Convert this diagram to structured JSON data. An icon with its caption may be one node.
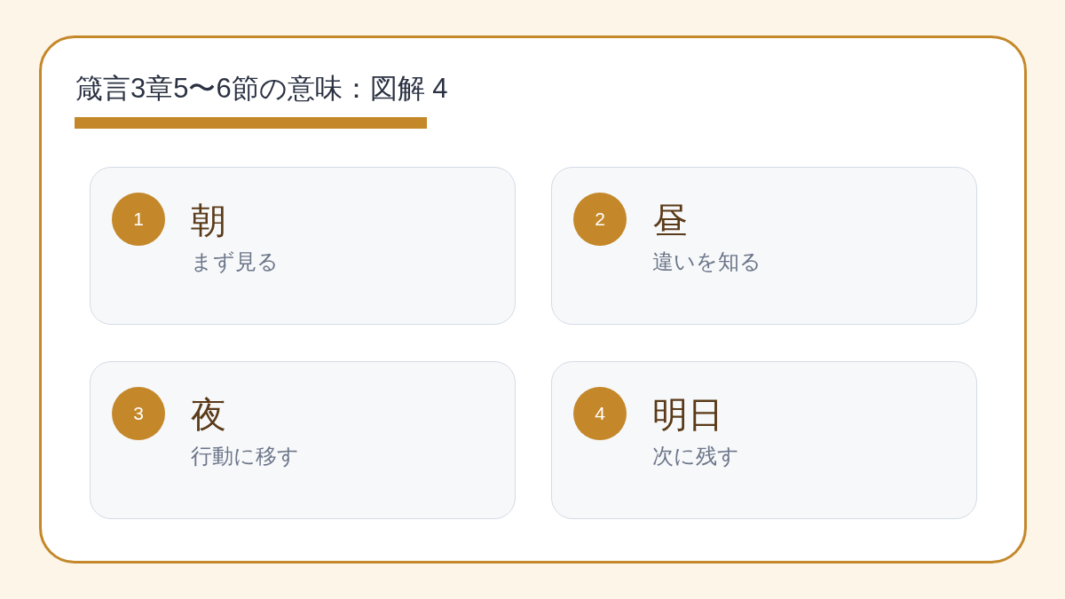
{
  "diagram": {
    "title": "箴言3章5〜6節の意味：図解 4",
    "nodes": [
      {
        "text": [
          "朝",
          "まず見る"
        ]
      },
      {
        "text": [
          "1"
        ],
        "in": 0
      },
      {
        "text": [
          "昼",
          "違いを知る"
        ]
      },
      {
        "text": [
          "2"
        ],
        "in": 2
      },
      {
        "text": [
          "夜",
          "行動に移す"
        ]
      },
      {
        "text": [
          "3"
        ],
        "in": 4
      },
      {
        "text": [
          "明日",
          "次に残す"
        ]
      },
      {
        "text": [
          "4"
        ],
        "in": 6
      }
    ]
  }
}
